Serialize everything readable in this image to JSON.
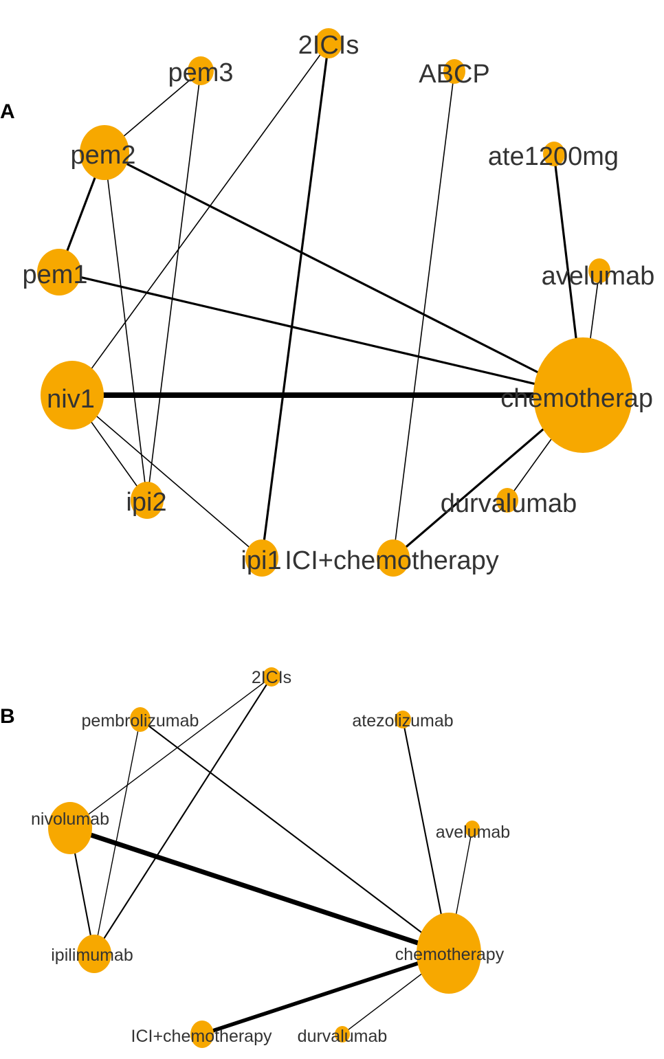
{
  "colors": {
    "node": "#F7A800",
    "edge": "#000000",
    "label": "#333333"
  },
  "panels": [
    {
      "label": "A",
      "nodes": [
        {
          "id": "2ICIs",
          "label": "2ICIs"
        },
        {
          "id": "pem3",
          "label": "pem3"
        },
        {
          "id": "ABCP",
          "label": "ABCP"
        },
        {
          "id": "pem2",
          "label": "pem2"
        },
        {
          "id": "ate1200mg",
          "label": "ate1200mg"
        },
        {
          "id": "pem1",
          "label": "pem1"
        },
        {
          "id": "avelumab",
          "label": "avelumab"
        },
        {
          "id": "niv1",
          "label": "niv1"
        },
        {
          "id": "chemotherapy",
          "label": "chemotherap"
        },
        {
          "id": "ipi2",
          "label": "ipi2"
        },
        {
          "id": "durvalumab",
          "label": "durvalumab"
        },
        {
          "id": "ipi1",
          "label": "ipi1"
        },
        {
          "id": "ICIchemo",
          "label": "ICI+chemotherapy"
        }
      ],
      "edges": [
        {
          "from": "niv1",
          "to": "chemotherapy",
          "weight": 5
        },
        {
          "from": "pem2",
          "to": "chemotherapy",
          "weight": 2
        },
        {
          "from": "pem1",
          "to": "chemotherapy",
          "weight": 2
        },
        {
          "from": "pem2",
          "to": "pem1",
          "weight": 2
        },
        {
          "from": "ate1200mg",
          "to": "chemotherapy",
          "weight": 2
        },
        {
          "from": "ICIchemo",
          "to": "chemotherapy",
          "weight": 2
        },
        {
          "from": "2ICIs",
          "to": "ipi1",
          "weight": 2
        },
        {
          "from": "avelumab",
          "to": "chemotherapy",
          "weight": 1
        },
        {
          "from": "durvalumab",
          "to": "chemotherapy",
          "weight": 1
        },
        {
          "from": "pem3",
          "to": "pem2",
          "weight": 1
        },
        {
          "from": "pem3",
          "to": "ipi2",
          "weight": 1
        },
        {
          "from": "2ICIs",
          "to": "niv1",
          "weight": 1
        },
        {
          "from": "ABCP",
          "to": "ICIchemo",
          "weight": 1
        },
        {
          "from": "pem2",
          "to": "ipi2",
          "weight": 1
        },
        {
          "from": "niv1",
          "to": "ipi2",
          "weight": 1
        },
        {
          "from": "niv1",
          "to": "ipi1",
          "weight": 1
        }
      ]
    },
    {
      "label": "B",
      "nodes": [
        {
          "id": "2ICIs",
          "label": "2ICIs"
        },
        {
          "id": "pembrolizumab",
          "label": "pembrolizumab"
        },
        {
          "id": "atezolizumab",
          "label": "atezolizumab"
        },
        {
          "id": "nivolumab",
          "label": "nivolumab"
        },
        {
          "id": "avelumab",
          "label": "avelumab"
        },
        {
          "id": "ipilimumab",
          "label": "ipilimumab"
        },
        {
          "id": "chemotherapy",
          "label": "chemotherapy"
        },
        {
          "id": "ICIchemo",
          "label": "ICI+chemotherapy"
        },
        {
          "id": "durvalumab",
          "label": "durvalumab"
        }
      ],
      "edges": [
        {
          "from": "nivolumab",
          "to": "chemotherapy",
          "weight": 5
        },
        {
          "from": "ICIchemo",
          "to": "chemotherapy",
          "weight": 4
        },
        {
          "from": "pembrolizumab",
          "to": "chemotherapy",
          "weight": 1.5
        },
        {
          "from": "atezolizumab",
          "to": "chemotherapy",
          "weight": 1.5
        },
        {
          "from": "2ICIs",
          "to": "ipilimumab",
          "weight": 1.5
        },
        {
          "from": "nivolumab",
          "to": "ipilimumab",
          "weight": 1.5
        },
        {
          "from": "avelumab",
          "to": "chemotherapy",
          "weight": 1
        },
        {
          "from": "durvalumab",
          "to": "chemotherapy",
          "weight": 1
        },
        {
          "from": "2ICIs",
          "to": "nivolumab",
          "weight": 1
        },
        {
          "from": "pembrolizumab",
          "to": "ipilimumab",
          "weight": 1
        }
      ]
    }
  ]
}
